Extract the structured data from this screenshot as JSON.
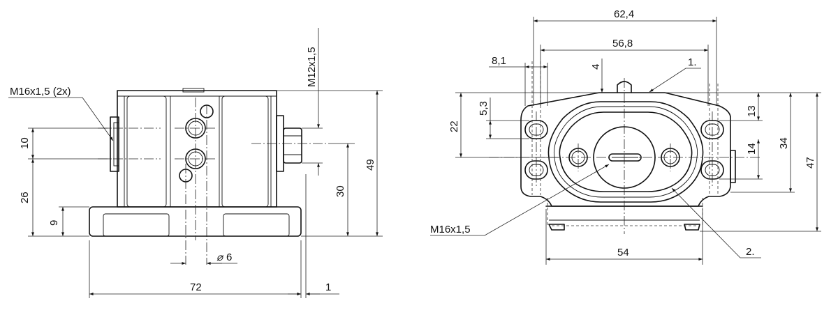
{
  "side_view": {
    "thread_label": "M16x1,5 (2x)",
    "conn_label": "M12x1,5",
    "dims": {
      "d10": "10",
      "d26": "26",
      "d9": "9",
      "d49": "49",
      "d30": "30",
      "d72": "72",
      "d1": "1",
      "phi6": "6"
    }
  },
  "front_view": {
    "dims": {
      "d624": "62,4",
      "d568": "56,8",
      "d81": "8,1",
      "d4": "4",
      "d22": "22",
      "d53": "5,3",
      "d13": "13",
      "d14": "14",
      "d34": "34",
      "d47": "47",
      "d54": "54"
    },
    "thread_label": "M16x1,5",
    "callout_1": "1.",
    "callout_2": "2."
  },
  "colors": {
    "line": "#111111",
    "background": "#ffffff"
  }
}
